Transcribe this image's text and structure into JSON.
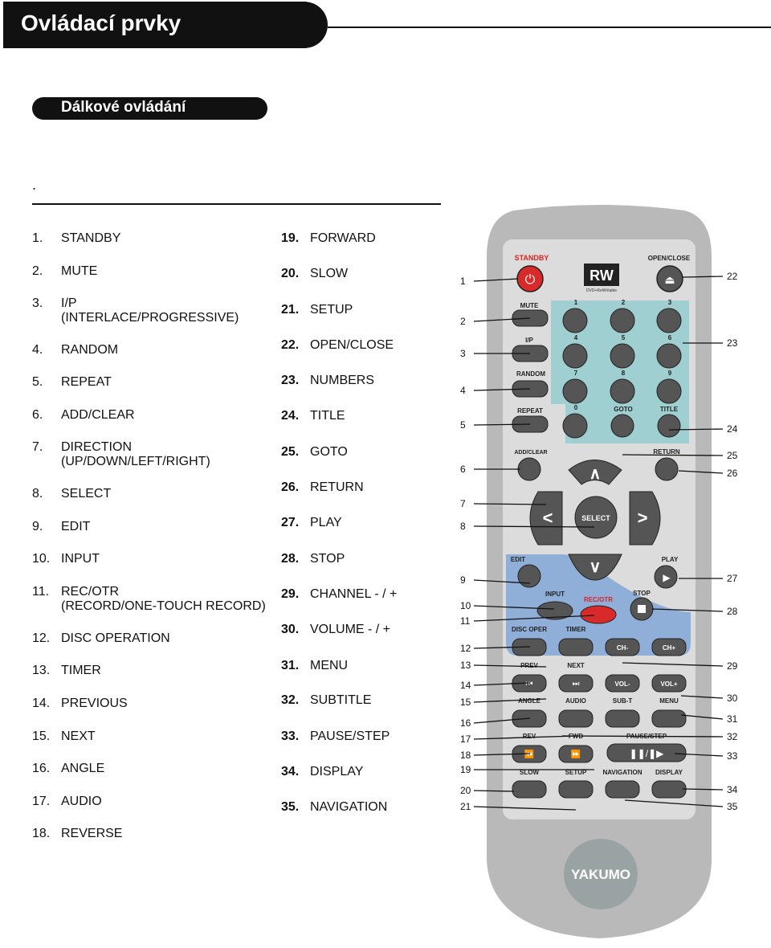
{
  "header": {
    "title": "Ovládací prvky"
  },
  "section": {
    "title": "Dálkové ovládání"
  },
  "intro": ".",
  "items_left": [
    {
      "num": "1.",
      "label": "STANDBY"
    },
    {
      "num": "2.",
      "label": "MUTE"
    },
    {
      "num": "3.",
      "label": "I/P\n(INTERLACE/PROGRESSIVE)"
    },
    {
      "num": "4.",
      "label": "RANDOM"
    },
    {
      "num": "5.",
      "label": "REPEAT"
    },
    {
      "num": "6.",
      "label": "ADD/CLEAR"
    },
    {
      "num": "7.",
      "label": "DIRECTION\n(UP/DOWN/LEFT/RIGHT)"
    },
    {
      "num": "8.",
      "label": "SELECT"
    },
    {
      "num": "9.",
      "label": "EDIT"
    },
    {
      "num": "10.",
      "label": "INPUT"
    },
    {
      "num": "11.",
      "label": "REC/OTR\n(RECORD/ONE-TOUCH RECORD)"
    },
    {
      "num": "12.",
      "label": "DISC OPERATION"
    },
    {
      "num": "13.",
      "label": "TIMER"
    },
    {
      "num": "14.",
      "label": "PREVIOUS"
    },
    {
      "num": "15.",
      "label": "NEXT"
    },
    {
      "num": "16.",
      "label": "ANGLE"
    },
    {
      "num": "17.",
      "label": "AUDIO"
    },
    {
      "num": "18.",
      "label": "REVERSE"
    }
  ],
  "items_right": [
    {
      "num": "19.",
      "label": "FORWARD"
    },
    {
      "num": "20.",
      "label": "SLOW"
    },
    {
      "num": "21.",
      "label": "SETUP"
    },
    {
      "num": "22.",
      "label": "OPEN/CLOSE"
    },
    {
      "num": "23.",
      "label": "NUMBERS"
    },
    {
      "num": "24.",
      "label": "TITLE"
    },
    {
      "num": "25.",
      "label": "GOTO"
    },
    {
      "num": "26.",
      "label": "RETURN"
    },
    {
      "num": "27.",
      "label": "PLAY"
    },
    {
      "num": "28.",
      "label": "STOP"
    },
    {
      "num": "29.",
      "label": "CHANNEL - / +"
    },
    {
      "num": "30.",
      "label": "VOLUME - / +"
    },
    {
      "num": "31.",
      "label": "MENU"
    },
    {
      "num": "32.",
      "label": "SUBTITLE"
    },
    {
      "num": "33.",
      "label": "PAUSE/STEP"
    },
    {
      "num": "34.",
      "label": "DISPLAY"
    },
    {
      "num": "35.",
      "label": "NAVIGATION"
    }
  ],
  "remote": {
    "brand": "YAKUMO",
    "logo_text": "RW",
    "logo_sub": "DVD+ReWritable",
    "labels": {
      "standby": "STANDBY",
      "open_close": "OPEN/CLOSE",
      "mute": "MUTE",
      "ip": "I/P",
      "random": "RANDOM",
      "repeat": "REPEAT",
      "add_clear": "ADD/CLEAR",
      "goto": "GOTO",
      "title": "TITLE",
      "return": "RETURN",
      "select": "SELECT",
      "edit": "EDIT",
      "play": "PLAY",
      "input": "INPUT",
      "rec_otr": "REC/OTR",
      "stop": "STOP",
      "disc_oper": "DISC OPER",
      "timer": "TIMER",
      "ch_minus": "CH-",
      "ch_plus": "CH+",
      "prev": "PREV",
      "next": "NEXT",
      "vol_minus": "VOL-",
      "vol_plus": "VOL+",
      "angle": "ANGLE",
      "audio": "AUDIO",
      "sub_t": "SUB-T",
      "menu": "MENU",
      "rev": "REV",
      "fwd": "FWD",
      "pause_step": "PAUSE/STEP",
      "slow": "SLOW",
      "setup": "SETUP",
      "navigation": "NAVIGATION",
      "display": "DISPLAY"
    },
    "digits": [
      "1",
      "2",
      "3",
      "4",
      "5",
      "6",
      "7",
      "8",
      "9",
      "0"
    ],
    "callouts_left": [
      "1",
      "2",
      "3",
      "4",
      "5",
      "6",
      "7",
      "8",
      "9",
      "10",
      "11",
      "12",
      "13",
      "14",
      "15",
      "16",
      "17",
      "18",
      "19",
      "20",
      "21"
    ],
    "callouts_right": [
      "22",
      "23",
      "24",
      "25",
      "26",
      "27",
      "28",
      "29",
      "30",
      "31",
      "32",
      "33",
      "34",
      "35"
    ]
  }
}
